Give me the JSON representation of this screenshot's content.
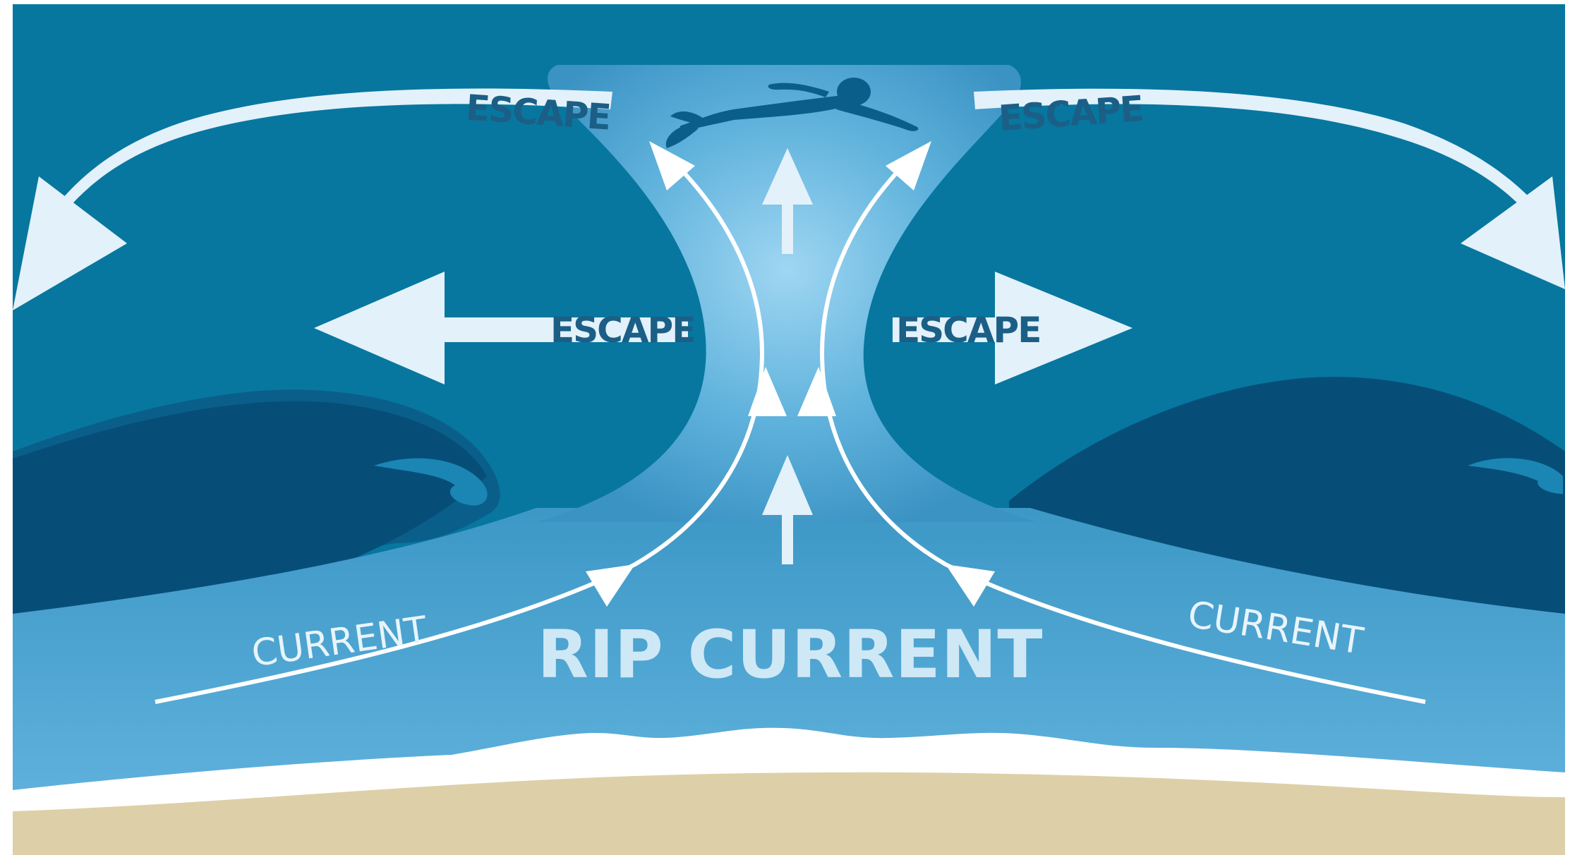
{
  "title": "RIP CURRENT",
  "labels": {
    "escape_top_left": "ESCAPE",
    "escape_top_right": "ESCAPE",
    "escape_mid_left": "ESCAPE",
    "escape_mid_right": "ESCAPE",
    "current_left": "CURRENT",
    "current_right": "CURRENT"
  },
  "colors": {
    "deep_water": "#07779f",
    "wave": "#0a5f8a",
    "wave_dark": "#064e78",
    "rip_channel": "#6cbbe3",
    "surf_foam": "#ffffff",
    "sand": "#ddd0a8",
    "arrow": "#e3f1fa"
  }
}
